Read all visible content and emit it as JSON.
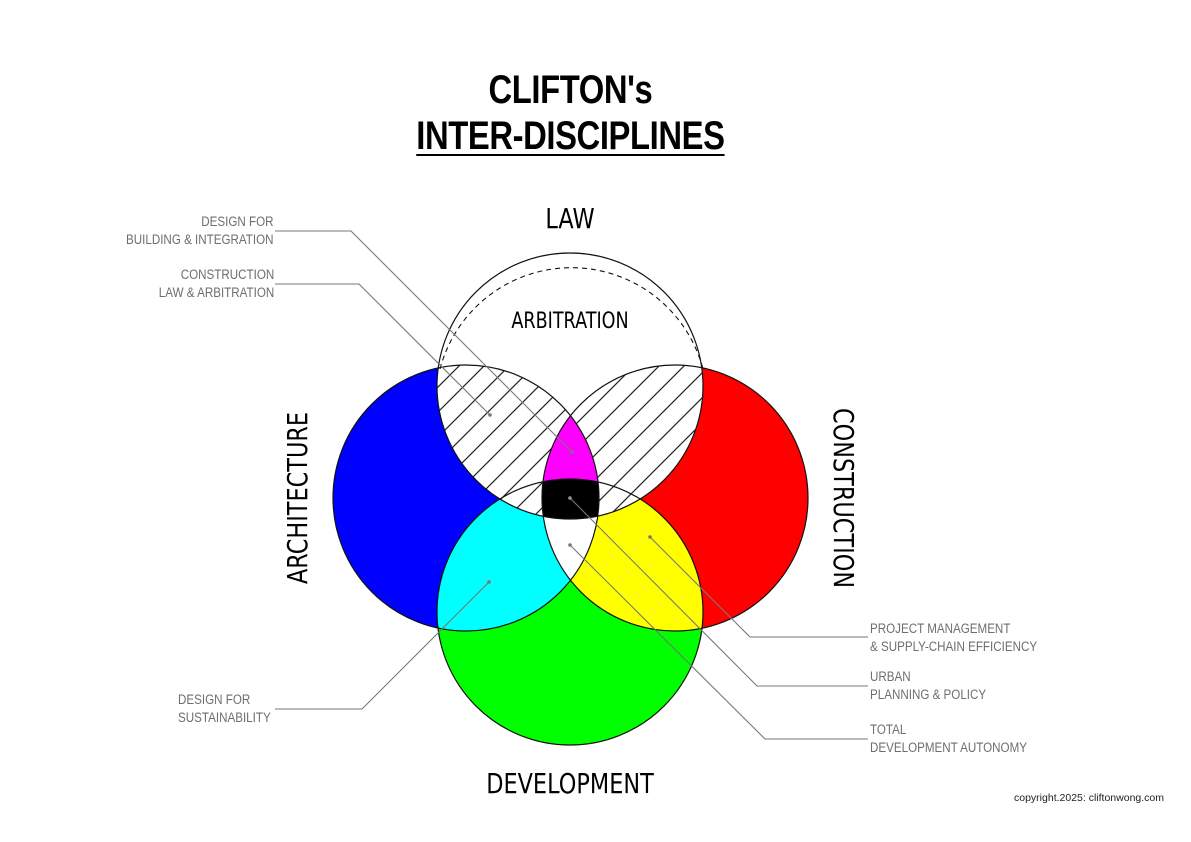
{
  "title": {
    "line1": "CLIFTON's",
    "line2": "INTER-DISCIPLINES"
  },
  "disciplines": {
    "law": {
      "label": "LAW",
      "inner_label": "ARBITRATION",
      "color": "#ffffff"
    },
    "architecture": {
      "label": "ARCHITECTURE",
      "color": "#0000ff"
    },
    "construction": {
      "label": "CONSTRUCTION",
      "color": "#ff0000"
    },
    "development": {
      "label": "DEVELOPMENT",
      "color": "#00ff00"
    }
  },
  "overlap_colors": {
    "architecture_development": "#00ffff",
    "construction_development": "#ffff00",
    "architecture_construction_law": "#ff00ff",
    "all_four": "#000000",
    "architecture_construction_development": "#ffffff",
    "law_overlaps_hatch": "#000000"
  },
  "callouts": {
    "left": [
      {
        "line1": "DESIGN FOR",
        "line2": "BUILDING & INTEGRATION",
        "points_to": "architecture-construction-law"
      },
      {
        "line1": "CONSTRUCTION",
        "line2": "LAW & ARBITRATION",
        "points_to": "architecture-law"
      },
      {
        "line1": "DESIGN FOR",
        "line2": "SUSTAINABILITY",
        "points_to": "architecture-development"
      }
    ],
    "right": [
      {
        "line1": "PROJECT MANAGEMENT",
        "line2": "& SUPPLY-CHAIN EFFICIENCY",
        "points_to": "construction-development"
      },
      {
        "line1": "URBAN",
        "line2": "PLANNING & POLICY",
        "points_to": "all-four"
      },
      {
        "line1": "TOTAL",
        "line2": "DEVELOPMENT AUTONOMY",
        "points_to": "architecture-construction-development"
      }
    ]
  },
  "copyright": "copyright.2025: cliftonwong.com"
}
